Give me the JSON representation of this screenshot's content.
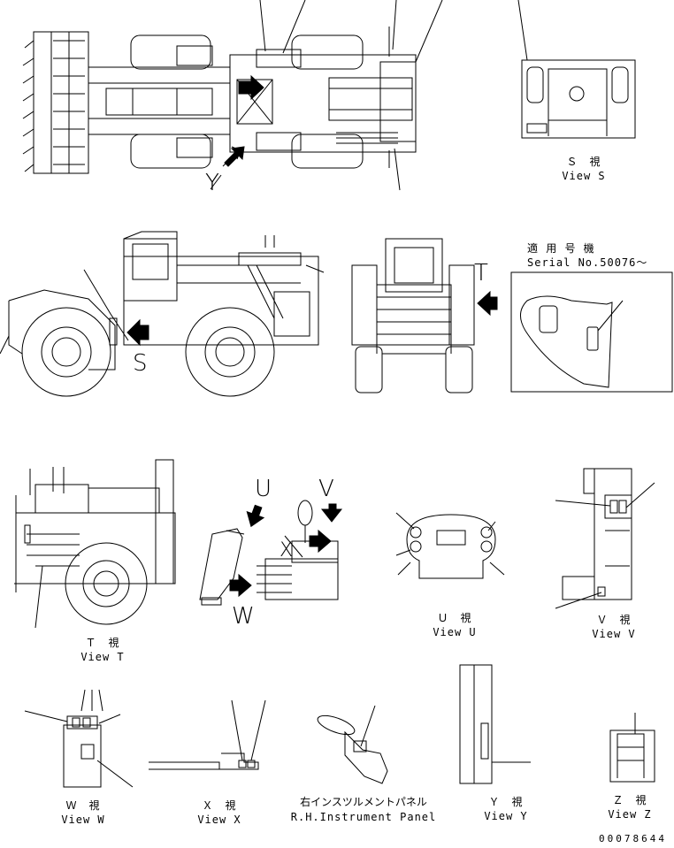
{
  "views": {
    "s": {
      "jp": "Ｓ　視",
      "en": "View S"
    },
    "t": {
      "jp": "Ｔ　視",
      "en": "View T"
    },
    "u": {
      "jp": "Ｕ　視",
      "en": "View U"
    },
    "v": {
      "jp": "Ｖ　視",
      "en": "View V"
    },
    "w": {
      "jp": "Ｗ　視",
      "en": "View W"
    },
    "x": {
      "jp": "Ｘ　視",
      "en": "View X"
    },
    "y": {
      "jp": "Ｙ　視",
      "en": "View Y"
    },
    "z": {
      "jp": "Ｚ　視",
      "en": "View Z"
    },
    "rh_panel": {
      "jp": "右インスツルメントパネル",
      "en": "R.H.Instrument Panel"
    }
  },
  "serial": {
    "jp": "適 用 号 機",
    "en": "Serial No.50076～"
  },
  "view_letters": {
    "y": "Y",
    "s": "S",
    "t": "T",
    "u": "U",
    "v": "V",
    "w": "W",
    "x": "X"
  },
  "document_number": "00078644"
}
